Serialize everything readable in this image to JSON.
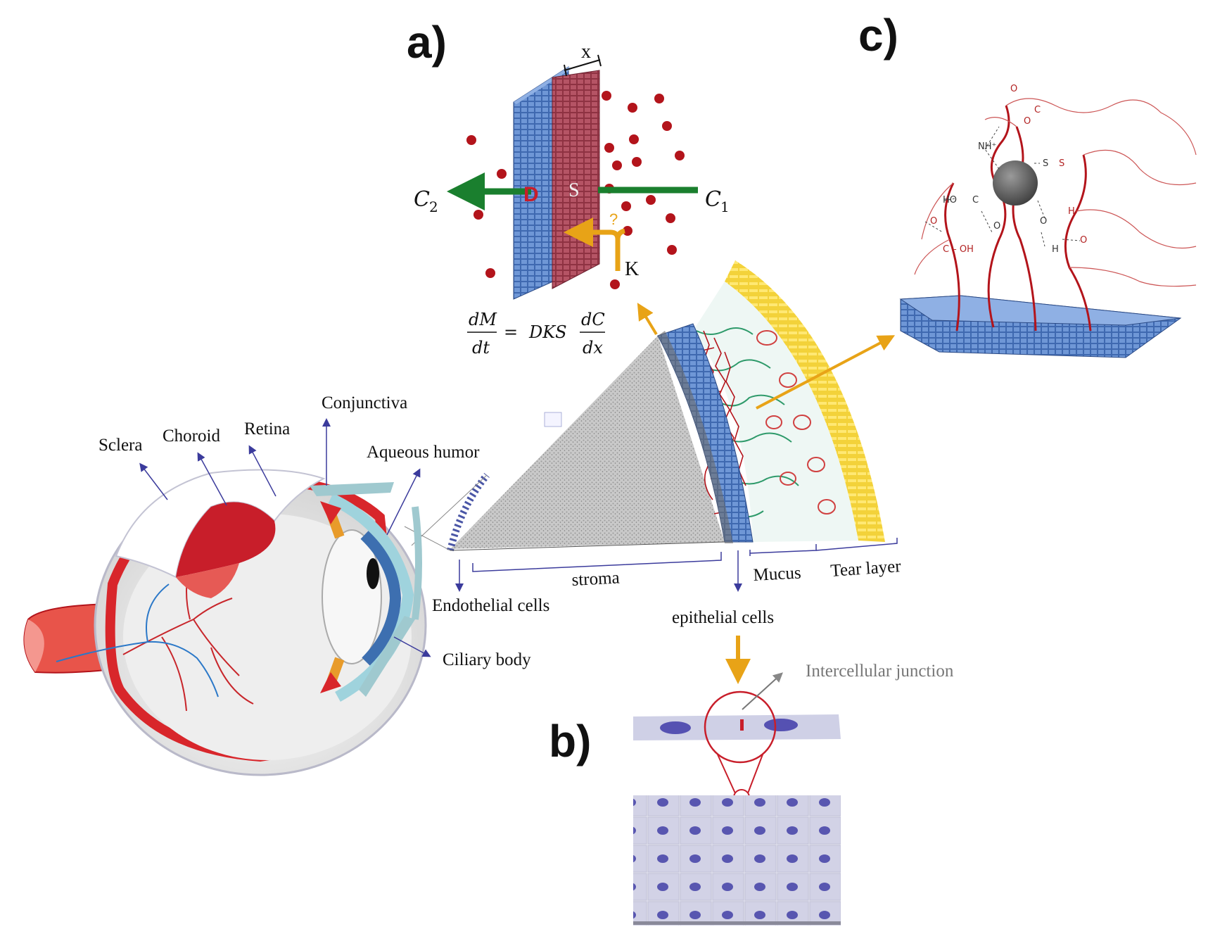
{
  "panels": {
    "a": "a)",
    "b": "b)",
    "c": "c)"
  },
  "panel_a": {
    "x_label": "x",
    "c2_main": "C",
    "c2_sub": "2",
    "c1_main": "C",
    "c1_sub": "1",
    "d_label": "D",
    "s_label": "S",
    "k_label": "K",
    "question": "?",
    "equation": {
      "lhs_num": "dM",
      "lhs_den": "dt",
      "eq": "=",
      "coef": "DKS",
      "rhs_num": "dC",
      "rhs_den": "dx"
    }
  },
  "eye_labels": {
    "sclera": "Sclera",
    "choroid": "Choroid",
    "retina": "Retina",
    "conjunctiva": "Conjunctiva",
    "aqueous": "Aqueous humor",
    "ciliary": "Ciliary  body",
    "endothelial": "Endothelial  cells"
  },
  "cornea_labels": {
    "stroma": "stroma",
    "epithelial": "epithelial  cells",
    "mucus": "Mucus",
    "tear": "Tear layer"
  },
  "panel_b": {
    "junction": "Intercellular  junction"
  },
  "panel_c": {
    "nh": "NH⁺",
    "s1": "S",
    "s2": "S",
    "ho": "HO",
    "c_top": "C",
    "o_top1": "O",
    "o_top2": "O",
    "cooh": "C – OH",
    "o_left": "O",
    "c_mid": "C",
    "o_mid": "O",
    "h1": "H",
    "h2": "H",
    "o_r1": "O",
    "o_r2": "O"
  },
  "colors": {
    "green_arrow": "#1a7f2e",
    "orange_arrow": "#e8a317",
    "blue_membrane": "#3a62a8",
    "red_membrane": "#9e3b4a",
    "particle": "#b3141b",
    "eye_red": "#d8262b",
    "tear_yellow": "#f3d23a",
    "label_arrow": "#3b3b9c"
  }
}
